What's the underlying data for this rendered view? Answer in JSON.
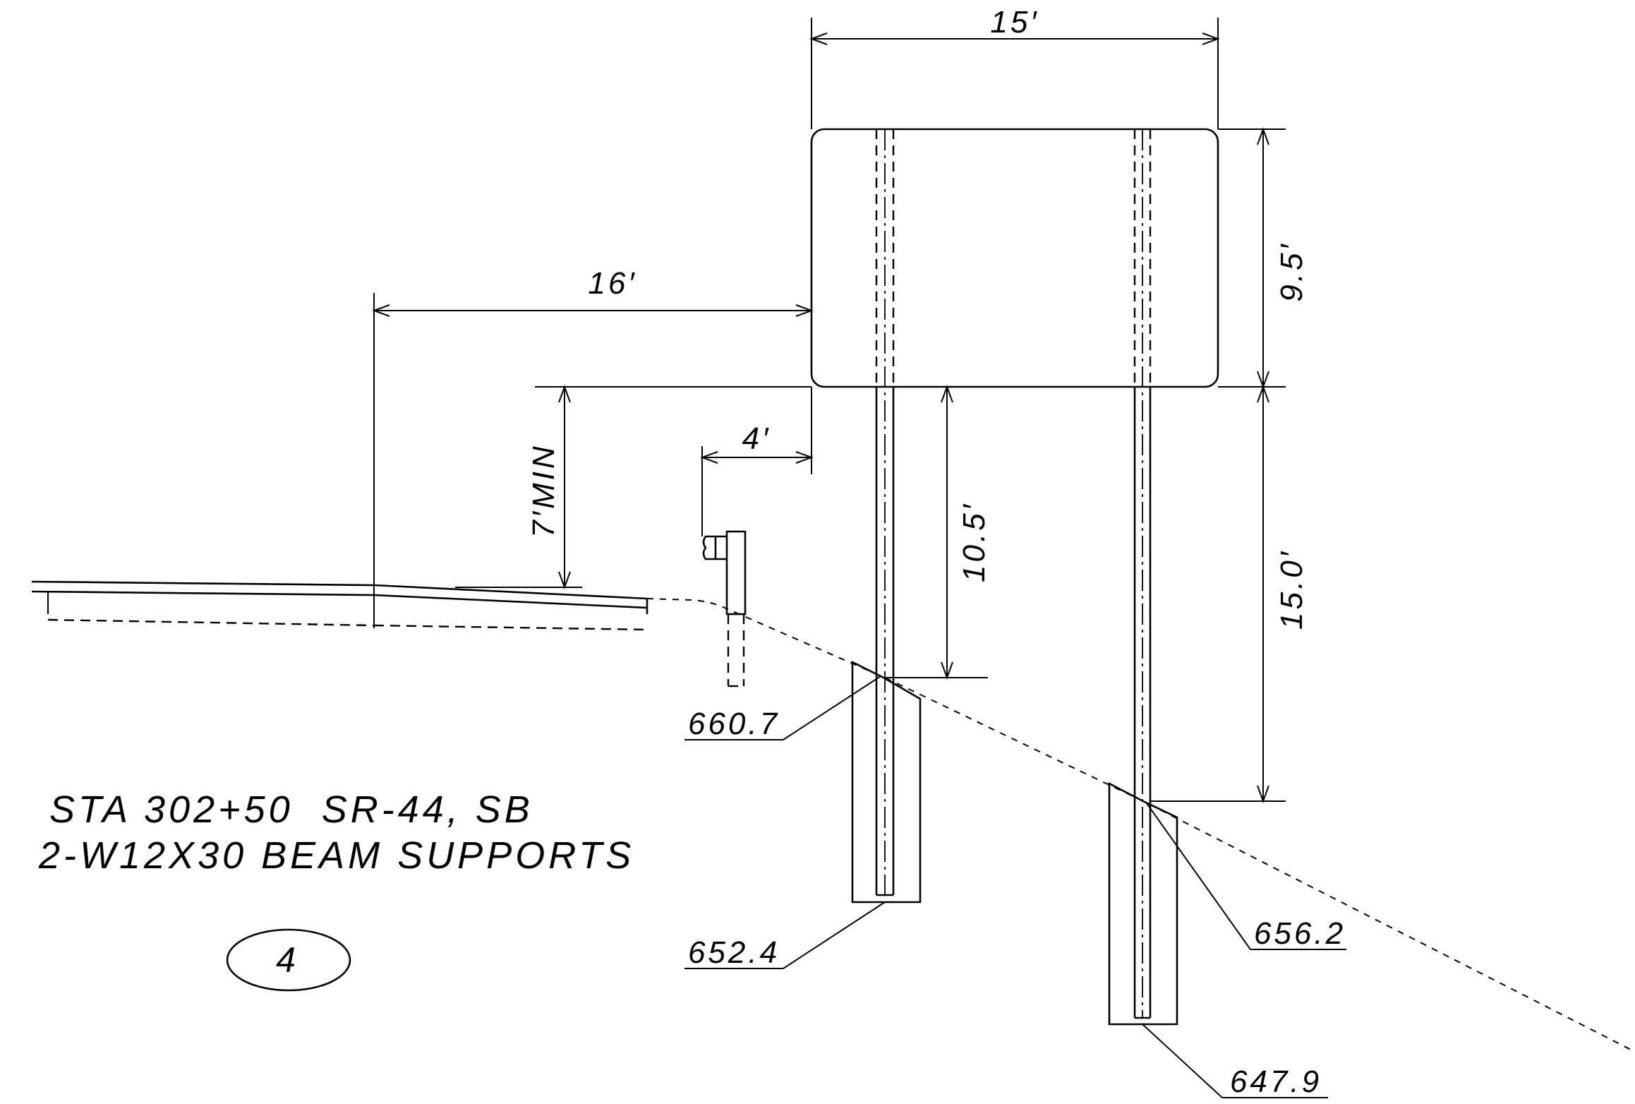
{
  "dimensions": {
    "sign_width": "15′",
    "sign_height": "9.5′",
    "offset_from_edge": "16′",
    "vertical_clearance": "7′MIN",
    "rail_offset": "4′",
    "left_post_exposed": "10.5′",
    "right_post_exposed": "15.0′"
  },
  "elevations": {
    "left_ground": "660.7",
    "left_bottom": "652.4",
    "right_ground": "656.2",
    "right_bottom": "647.9"
  },
  "title": {
    "line1": "STA 302+50  SR-44, SB",
    "line2": "2-W12X30 BEAM SUPPORTS"
  },
  "sheet_number": "4"
}
